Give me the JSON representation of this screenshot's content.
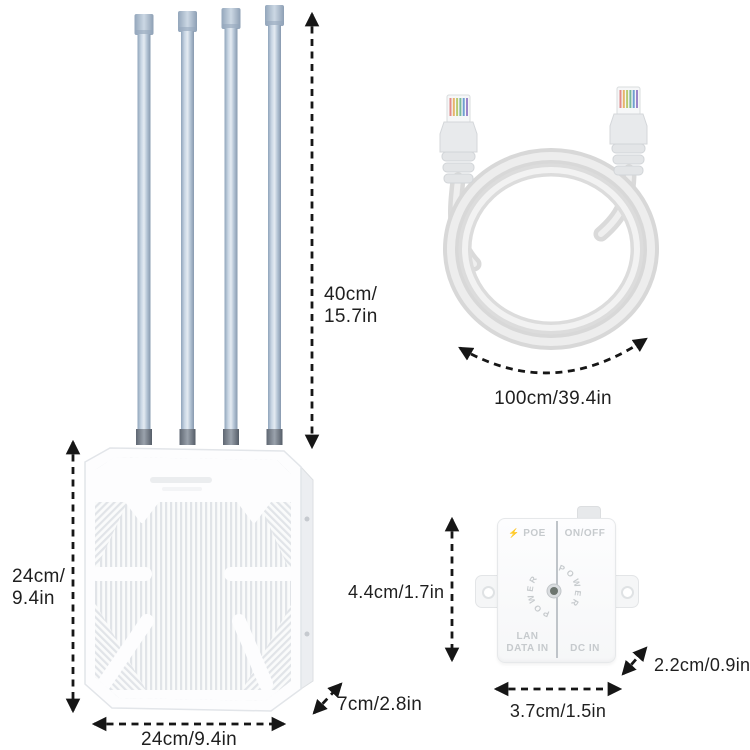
{
  "page": {
    "description": "Dimension diagram of an outdoor wireless access point with four antennas, an Ethernet cable and a PoE power injector",
    "background": "#ffffff"
  },
  "colors": {
    "annotation": "#161616",
    "antenna_body": "#b8c7d9",
    "antenna_cap": "#a9bacd",
    "antenna_connector": "#6f7680",
    "device_fin": "#e1e4e8",
    "cable": "#dadada",
    "injector_label": "#c6cacd"
  },
  "labels": {
    "antenna_length_line1": "40cm/",
    "antenna_length_line2": "15.7in",
    "device_height_line1": "24cm/",
    "device_height_line2": "9.4in",
    "device_width": "24cm/9.4in",
    "device_depth": "7cm/2.8in",
    "cable_length": "100cm/39.4in",
    "injector_height": "4.4cm/1.7in",
    "injector_depth": "2.2cm/0.9in",
    "injector_width": "3.7cm/1.5in"
  },
  "injector": {
    "lightning_icon": "⚡",
    "poe_label": "POE",
    "onoff_label": "ON/OFF",
    "power_label_left": "POWER",
    "power_label_right": "POWER",
    "lan_label_line1": "LAN",
    "lan_label_line2": "DATA IN",
    "dcin_label": "DC IN"
  }
}
